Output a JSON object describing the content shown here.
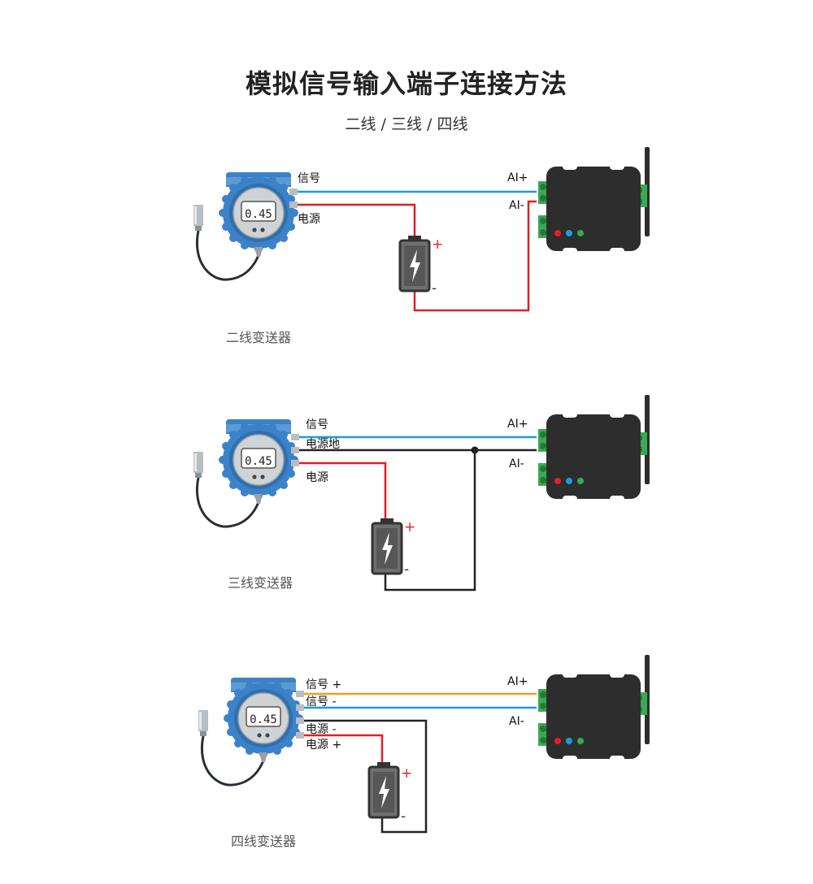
{
  "title": "模拟信号输入端子连接方法",
  "subtitle": "二线 / 三线 / 四线",
  "colors": {
    "signal_blue": "#1e9bd7",
    "power_red": "#e31e24",
    "ground_black": "#222222",
    "signal_orange": "#f0a020",
    "terminal_green": "#3aaa52",
    "device_dark": "#2d2d2d",
    "transmitter_blue": "#3c82c8"
  },
  "lcd_value": "0.45",
  "battery": {
    "plus": "+",
    "minus": "-"
  },
  "module": {
    "ai_plus": "AI+",
    "ai_minus": "AI-"
  },
  "two_wire": {
    "caption": "二线变送器",
    "signal": "信号",
    "power": "电源"
  },
  "three_wire": {
    "caption": "三线变送器",
    "signal": "信号",
    "power_ground": "电源地",
    "power": "电源"
  },
  "four_wire": {
    "caption": "四线变送器",
    "signal_plus": "信号 +",
    "signal_minus": "信号 -",
    "power_minus": "电源 -",
    "power_plus": "电源 +"
  }
}
